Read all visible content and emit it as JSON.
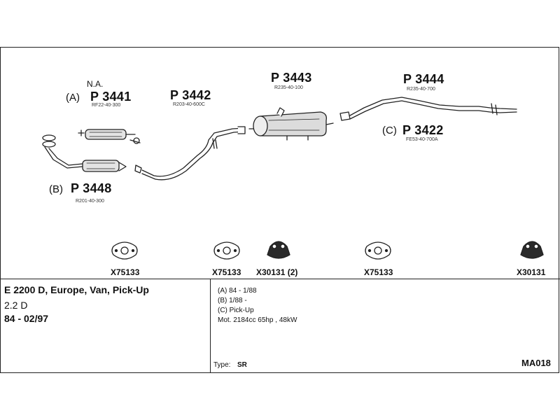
{
  "parts": {
    "p3441": {
      "variant": "(A)",
      "note": "N.A.",
      "number": "P 3441",
      "code": "RF22-40-300"
    },
    "p3442": {
      "number": "P 3442",
      "code": "R203-40-600C"
    },
    "p3443": {
      "number": "P 3443",
      "code": "R235-40-100"
    },
    "p3444": {
      "number": "P 3444",
      "code": "R235-40-700"
    },
    "p3422": {
      "variant": "(C)",
      "number": "P 3422",
      "code": "FE53-40-700A"
    },
    "p3448": {
      "variant": "(B)",
      "number": "P 3448",
      "code": "R201-40-300"
    }
  },
  "hardware": [
    {
      "label": "X75133",
      "icon": "gasket-icon"
    },
    {
      "label": "X75133",
      "icon": "gasket-icon"
    },
    {
      "label": "X30131 (2)",
      "icon": "rubber-hanger-icon"
    },
    {
      "label": "X75133",
      "icon": "gasket-icon"
    },
    {
      "label": "X30131",
      "icon": "rubber-hanger-icon"
    }
  ],
  "vehicle": {
    "model": "E 2200 D, Europe, Van, Pick-Up",
    "engine": "2.2 D",
    "years": "84 - 02/97"
  },
  "notes": {
    "a": "(A) 84 - 1/88",
    "b": "(B) 1/88 -",
    "c": "(C) Pick-Up",
    "motor": "Mot. 2184cc 65hp , 48kW"
  },
  "type": {
    "label": "Type:",
    "value": "SR"
  },
  "reference": "MA018"
}
